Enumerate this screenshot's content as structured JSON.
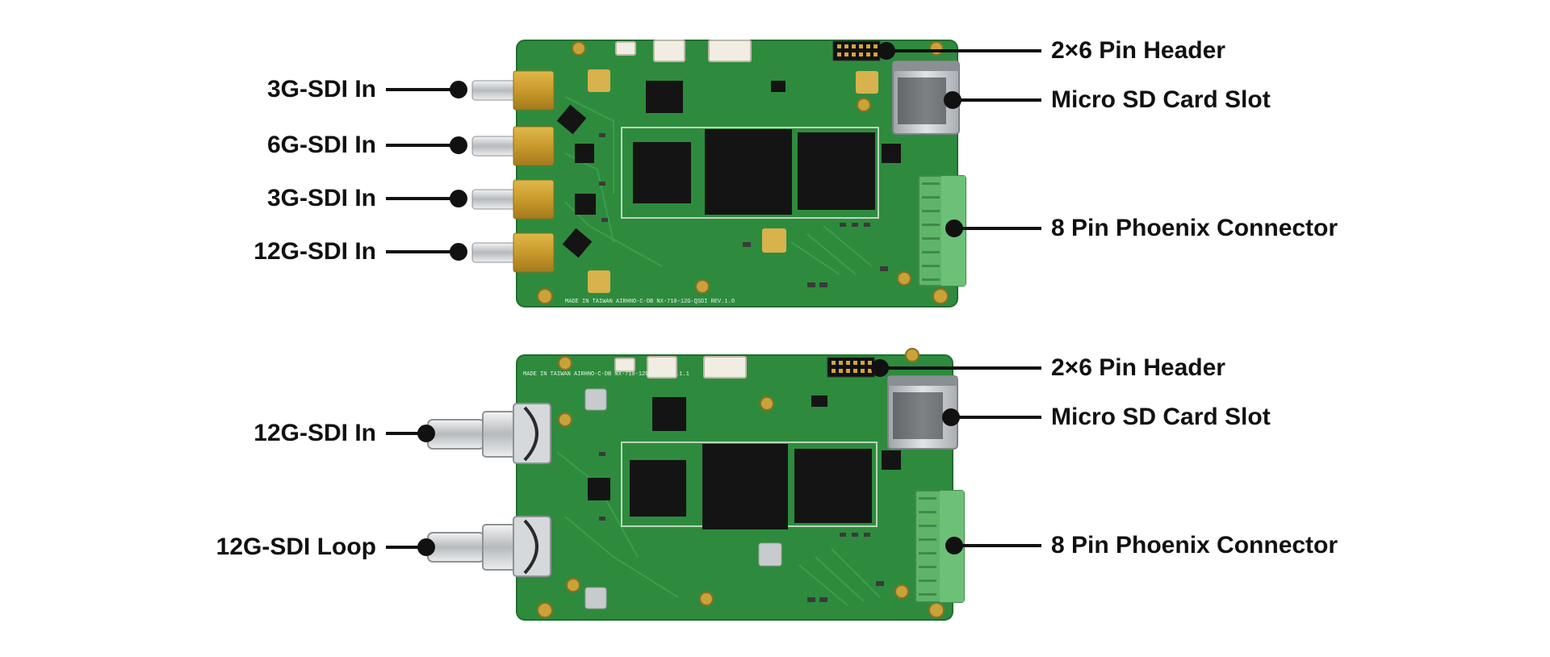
{
  "colors": {
    "board": "#2e8b3e",
    "board_edge": "#226e2f",
    "chip": "#141414",
    "gold": "#c9a23a",
    "phoenix": "#5fb46a",
    "metal": "#bfc3c6",
    "leader": "#111111"
  },
  "top_board": {
    "silkscreen": "MADE IN TAIWAN   AIRHNO-C-DB NX-710-12G-QSDI   REV.1.0",
    "left_labels": [
      "3G-SDI In",
      "6G-SDI In",
      "3G-SDI In",
      "12G-SDI In"
    ],
    "right_labels": [
      "2×6 Pin Header",
      "Micro SD Card Slot",
      "8 Pin Phoenix Connector"
    ]
  },
  "bottom_board": {
    "silkscreen": "MADE IN TAIWAN  AIRHNO-C-DB NX-710-12G-SDI  REV.1.1",
    "left_labels": [
      "12G-SDI In",
      "12G-SDI Loop"
    ],
    "right_labels": [
      "2×6 Pin Header",
      "Micro SD Card Slot",
      "8 Pin Phoenix Connector"
    ]
  }
}
